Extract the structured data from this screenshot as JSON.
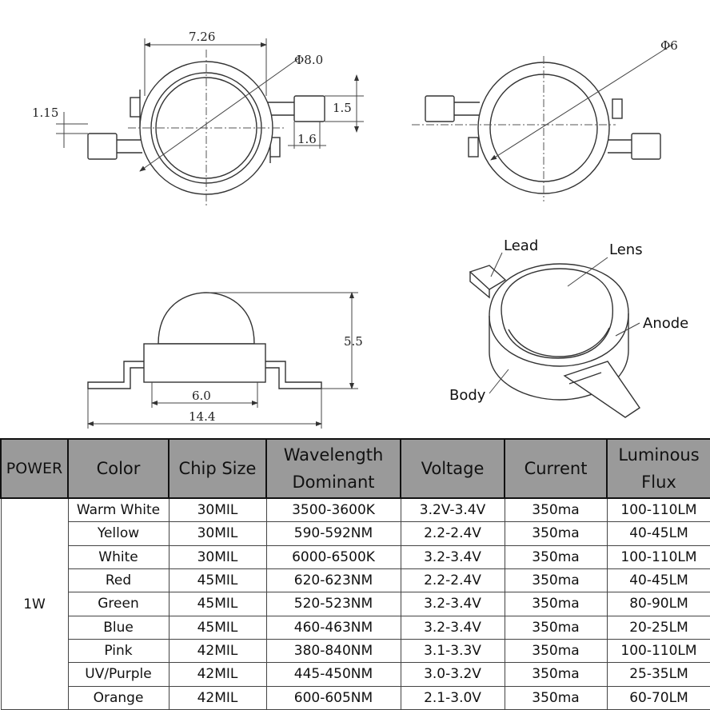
{
  "drawing": {
    "dim_7_26": "7.26",
    "dim_d8": "Φ8.0",
    "dim_1_15": "1.15",
    "dim_1_5": "1.5",
    "dim_1_6": "1.6",
    "dim_d6": "Φ6",
    "dim_5_5": "5.5",
    "dim_6_0": "6.0",
    "dim_14_4": "14.4",
    "label_lead": "Lead",
    "label_lens": "Lens",
    "label_anode": "Anode",
    "label_body": "Body"
  },
  "table": {
    "headers": {
      "power": "POWER",
      "color": "Color",
      "chip": "Chip Size",
      "wavelength_1": "Wavelength",
      "wavelength_2": "Dominant",
      "voltage": "Voltage",
      "current": "Current",
      "flux_1": "Luminous",
      "flux_2": "Flux"
    },
    "power_value": "1W",
    "rows": [
      {
        "color": "Warm White",
        "chip": "30MIL",
        "wave": "3500-3600K",
        "volt": "3.2V-3.4V",
        "current": "350ma",
        "flux": "100-110LM"
      },
      {
        "color": "Yellow",
        "chip": "30MIL",
        "wave": "590-592NM",
        "volt": "2.2-2.4V",
        "current": "350ma",
        "flux": "40-45LM"
      },
      {
        "color": "White",
        "chip": "30MIL",
        "wave": "6000-6500K",
        "volt": "3.2-3.4V",
        "current": "350ma",
        "flux": "100-110LM"
      },
      {
        "color": "Red",
        "chip": "45MIL",
        "wave": "620-623NM",
        "volt": "2.2-2.4V",
        "current": "350ma",
        "flux": "40-45LM"
      },
      {
        "color": "Green",
        "chip": "45MIL",
        "wave": "520-523NM",
        "volt": "3.2-3.4V",
        "current": "350ma",
        "flux": "80-90LM"
      },
      {
        "color": "Blue",
        "chip": "45MIL",
        "wave": "460-463NM",
        "volt": "3.2-3.4V",
        "current": "350ma",
        "flux": "20-25LM"
      },
      {
        "color": "Pink",
        "chip": "42MIL",
        "wave": "380-840NM",
        "volt": "3.1-3.3V",
        "current": "350ma",
        "flux": "100-110LM"
      },
      {
        "color": "UV/Purple",
        "chip": "42MIL",
        "wave": "445-450NM",
        "volt": "3.0-3.2V",
        "current": "350ma",
        "flux": "25-35LM"
      },
      {
        "color": "Orange",
        "chip": "42MIL",
        "wave": "600-605NM",
        "volt": "2.1-3.0V",
        "current": "350ma",
        "flux": "60-70LM"
      }
    ]
  }
}
